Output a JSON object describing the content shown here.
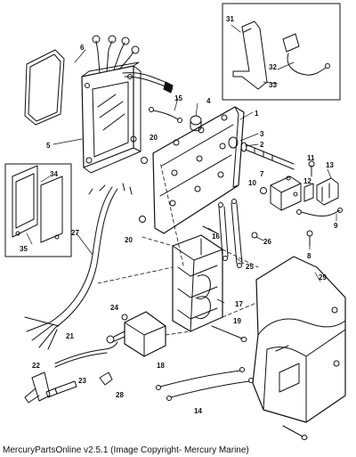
{
  "footer": {
    "caption": "MercuryPartsOnline v2.5.1 (Image Copyright- Mercury Marine)"
  },
  "callouts": [
    {
      "id": "1",
      "label": "1"
    },
    {
      "id": "2",
      "label": "2"
    },
    {
      "id": "3",
      "label": "3"
    },
    {
      "id": "4",
      "label": "4"
    },
    {
      "id": "5",
      "label": "5"
    },
    {
      "id": "6",
      "label": "6"
    },
    {
      "id": "7",
      "label": "7"
    },
    {
      "id": "8",
      "label": "8"
    },
    {
      "id": "9",
      "label": "9"
    },
    {
      "id": "10",
      "label": "10"
    },
    {
      "id": "11",
      "label": "11"
    },
    {
      "id": "12",
      "label": "12"
    },
    {
      "id": "13",
      "label": "13"
    },
    {
      "id": "14",
      "label": "14"
    },
    {
      "id": "15",
      "label": "15"
    },
    {
      "id": "16",
      "label": "16"
    },
    {
      "id": "17",
      "label": "17"
    },
    {
      "id": "18",
      "label": "18"
    },
    {
      "id": "19",
      "label": "19"
    },
    {
      "id": "20a",
      "label": "20"
    },
    {
      "id": "20b",
      "label": "20"
    },
    {
      "id": "21",
      "label": "21"
    },
    {
      "id": "22",
      "label": "22"
    },
    {
      "id": "23",
      "label": "23"
    },
    {
      "id": "24",
      "label": "24"
    },
    {
      "id": "25",
      "label": "25"
    },
    {
      "id": "26",
      "label": "26"
    },
    {
      "id": "27",
      "label": "27"
    },
    {
      "id": "28",
      "label": "28"
    },
    {
      "id": "29",
      "label": "29"
    },
    {
      "id": "31",
      "label": "31"
    },
    {
      "id": "32",
      "label": "32"
    },
    {
      "id": "33",
      "label": "33"
    },
    {
      "id": "34",
      "label": "34"
    },
    {
      "id": "35",
      "label": "35"
    }
  ],
  "colors": {
    "ink": "#111111",
    "background": "#ffffff"
  }
}
